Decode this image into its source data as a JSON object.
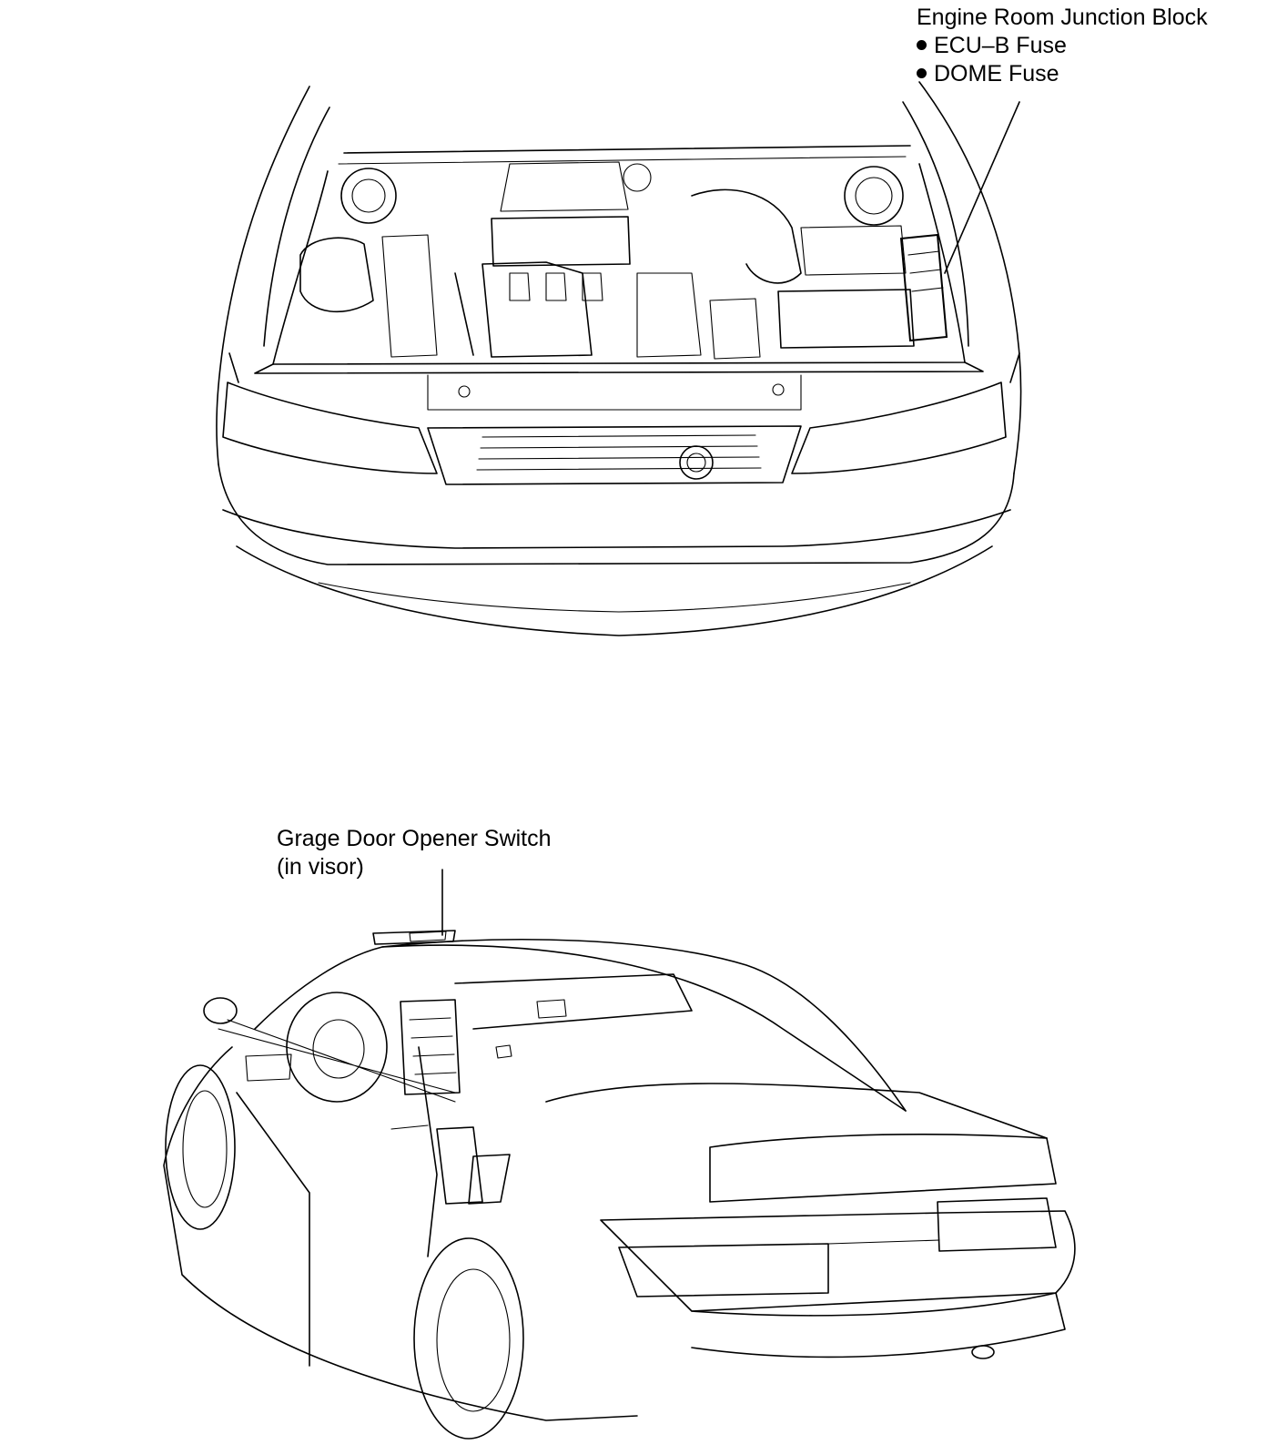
{
  "engine_room": {
    "title": "Engine Room Junction Block",
    "items": [
      "ECU–B Fuse",
      "DOME Fuse"
    ]
  },
  "garage_switch": {
    "title": "Grage Door Opener Switch",
    "note": "(in visor)"
  },
  "colors": {
    "ink": "#000000",
    "paper": "#ffffff"
  }
}
